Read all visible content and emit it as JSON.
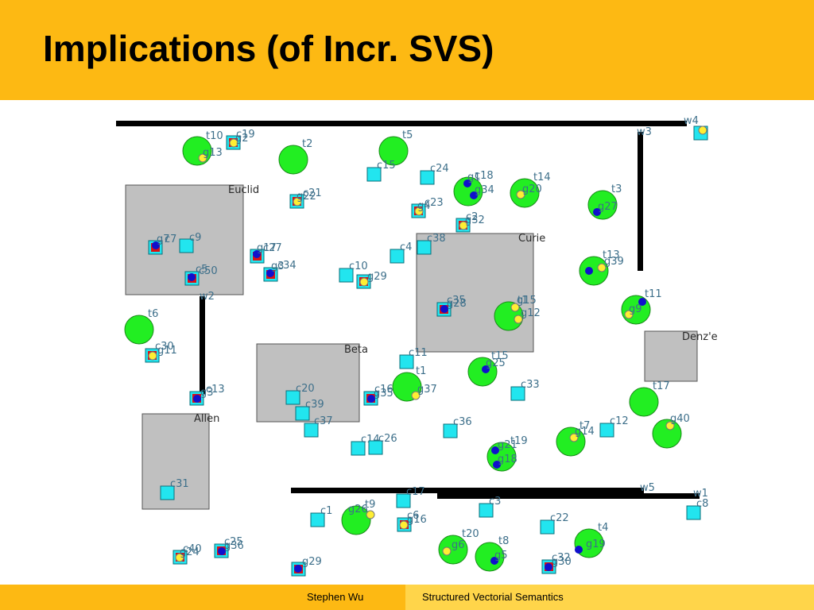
{
  "slide": {
    "title": "Implications (of Incr. SVS)",
    "footer_author": "Stephen Wu",
    "footer_topic": "Structured Vectorial Semantics"
  },
  "colors": {
    "header": "#fdb913",
    "footer_right": "#ffd54a",
    "room": "#c0c0c0",
    "wall": "#000000",
    "target": "#22ee22",
    "cube": "#22e5ef",
    "goal_yellow": "#ffee33",
    "goal_blue": "#1010cc",
    "nested_red": "#dd1111"
  },
  "rooms": [
    {
      "label": "Euclid"
    },
    {
      "label": "Curie"
    },
    {
      "label": "Beta"
    },
    {
      "label": "Allen"
    },
    {
      "label": "Denz'e"
    }
  ],
  "walls": [
    "w4",
    "w3",
    "w2",
    "w5",
    "w1"
  ],
  "targets": [
    "t10",
    "t2",
    "t5",
    "t14",
    "t3",
    "t13",
    "t1",
    "t6",
    "t11",
    "t1",
    "t15",
    "t17",
    "t7",
    "t19",
    "t9",
    "t20",
    "t8",
    "t4"
  ],
  "cubes": [
    "c15",
    "c24",
    "c9",
    "c4",
    "c38",
    "c10",
    "c11",
    "c20",
    "c39",
    "c37",
    "c33",
    "c36",
    "c12",
    "c14",
    "c26",
    "c31",
    "c17",
    "c1",
    "c3",
    "c22",
    "c8"
  ],
  "markers": [
    "c19",
    "g2",
    "g13",
    "c21",
    "g22",
    "c23",
    "g4",
    "g1",
    "c18",
    "g34",
    "g20",
    "c2",
    "g32",
    "g27",
    "g7",
    "c7",
    "c27",
    "g17",
    "c5",
    "c50",
    "c34",
    "g3",
    "g29",
    "c35",
    "g28",
    "g15",
    "g12",
    "g39",
    "g9",
    "c30",
    "g11",
    "c13",
    "g3",
    "g25",
    "c16",
    "g35",
    "g37",
    "g40",
    "g14",
    "g21",
    "g18",
    "c6",
    "g16",
    "g26",
    "c40",
    "g24",
    "c25",
    "g36",
    "g29",
    "g6",
    "g5",
    "c32",
    "g30",
    "g19"
  ]
}
